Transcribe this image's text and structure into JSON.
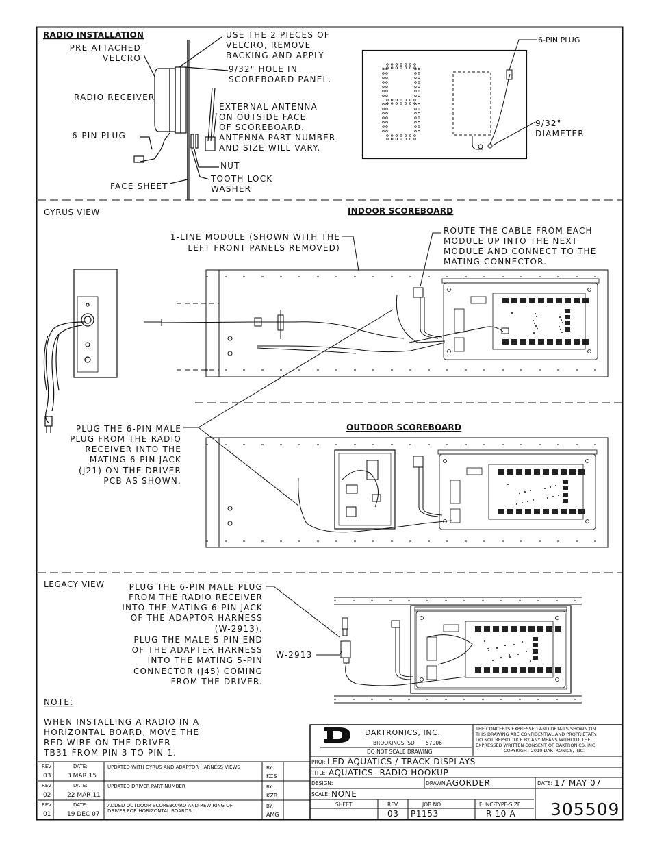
{
  "radio": {
    "title": "RADIO INSTALLATION",
    "velcro": [
      "PRE ATTACHED",
      "VELCRO"
    ],
    "receiver": "RADIO RECEIVER",
    "plug": "6-PIN PLUG",
    "use_velcro": [
      "USE THE 2 PIECES OF",
      "VELCRO, REMOVE",
      "BACKING AND APPLY"
    ],
    "hole": [
      "9/32\" HOLE IN",
      "SCOREBOARD PANEL."
    ],
    "antenna": [
      "EXTERNAL ANTENNA",
      "ON OUTSIDE FACE",
      "OF SCOREBOARD.",
      "ANTENNA PART NUMBER",
      "AND SIZE WILL VARY."
    ],
    "nut": "NUT",
    "washer": [
      "TOOTH LOCK",
      "WASHER"
    ],
    "face_sheet": "FACE SHEET",
    "panel_plug": "6-PIN PLUG",
    "diameter": [
      "9/32\"",
      "DIAMETER"
    ]
  },
  "gyrus": {
    "title": "GYRUS VIEW",
    "indoor": "INDOOR SCOREBOARD",
    "module": [
      "1-LINE MODULE (SHOWN WITH THE",
      "LEFT FRONT PANELS REMOVED)"
    ],
    "route": [
      "ROUTE THE CABLE FROM EACH",
      "MODULE UP INTO THE NEXT",
      "MODULE AND CONNECT TO THE",
      "MATING CONNECTOR."
    ],
    "plug_note": [
      "PLUG THE 6-PIN MALE",
      "PLUG FROM THE RADIO",
      "RECEIVER INTO THE",
      "MATING 6-PIN JACK",
      "(J21) ON THE DRIVER",
      "PCB AS SHOWN."
    ],
    "outdoor": "OUTDOOR SCOREBOARD"
  },
  "legacy": {
    "title": "LEGACY VIEW",
    "plug_note": [
      "PLUG THE 6-PIN MALE PLUG",
      "FROM THE RADIO RECEIVER",
      "INTO THE MATING 6-PIN JACK",
      "OF THE ADAPTOR HARNESS",
      "(W-2913).",
      "PLUG THE MALE 5-PIN END",
      "OF THE ADAPTER HARNESS",
      "INTO THE MATING 5-PIN",
      "CONNECTOR (J45) COMING",
      "FROM THE DRIVER."
    ],
    "harness": "W-2913",
    "note_title": "NOTE:",
    "note": [
      "WHEN INSTALLING A RADIO IN A",
      "HORIZONTAL BOARD, MOVE THE",
      "RED WIRE ON THE DRIVER",
      "TB31 FROM PIN 3 TO PIN 1."
    ]
  },
  "revisions": [
    {
      "rev_label": "REV",
      "rev": "03",
      "date_label": "DATE:",
      "date": "3 MAR 15",
      "desc": [
        "UPDATED WITH GYRUS AND ADAPTOR HARNESS VIEWS"
      ],
      "by_label": "BY:",
      "by": "KCS"
    },
    {
      "rev_label": "REV",
      "rev": "02",
      "date_label": "DATE:",
      "date": "22 MAR 11",
      "desc": [
        "UPDATED DRIVER PART NUMBER"
      ],
      "by_label": "BY:",
      "by": "KZB"
    },
    {
      "rev_label": "REV",
      "rev": "01",
      "date_label": "DATE:",
      "date": "19 DEC 07",
      "desc": [
        "ADDED OUTDOOR SCOREBOARD AND REWIRING OF",
        "DRIVER FOR HORIZONTAL BOARDS."
      ],
      "by_label": "BY:",
      "by": "AMG"
    }
  ],
  "title_block": {
    "company": "DAKTRONICS, INC.",
    "city": "BROOKINGS, SD",
    "zip": "57006",
    "confidential": [
      "THE CONCEPTS EXPRESSED AND DETAILS SHOWN ON",
      "THIS DRAWING ARE CONFIDENTIAL AND PROPRIETARY.",
      "DO NOT REPRODUCE BY ANY MEANS WITHOUT THE",
      "EXPRESSED WRITTEN CONSENT OF DAKTRONICS, INC.",
      "COPYRIGHT 2010 DAKTRONICS, INC."
    ],
    "do_not_scale": "DO NOT SCALE DRAWING",
    "proj_label": "PROJ:",
    "proj": "LED AQUATICS / TRACK DISPLAYS",
    "title_label": "TITLE:",
    "title": "AQUATICS- RADIO HOOKUP",
    "design_label": "DESIGN:",
    "drawn_label": "DRAWN:",
    "drawn": "AGORDER",
    "date_label": "DATE:",
    "date": "17 MAY 07",
    "scale_label": "SCALE:",
    "scale": "NONE",
    "sheet_label": "SHEET",
    "rev_label": "REV",
    "rev": "03",
    "job_label": "JOB NO:",
    "job": "P1153",
    "func_label": "FUNC-TYPE-SIZE",
    "func": "R-10-A",
    "drawing_no": "305509"
  }
}
